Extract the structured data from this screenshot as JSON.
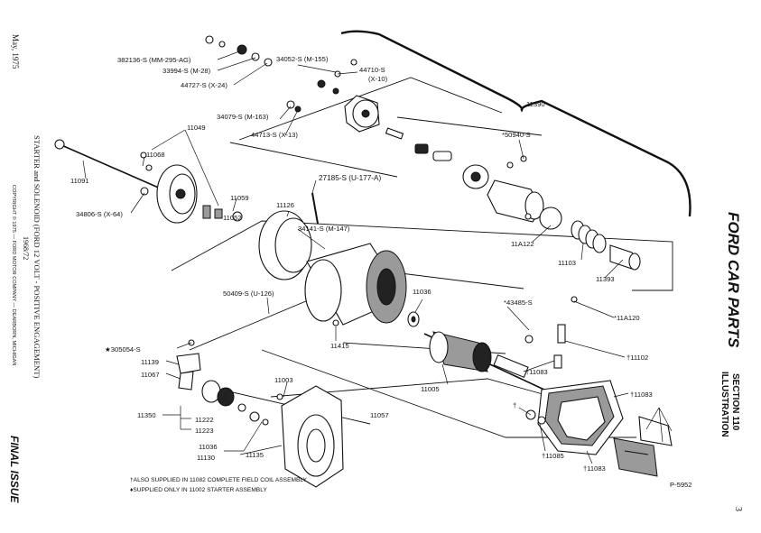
{
  "page": {
    "date": "May, 1975",
    "title": "STARTER and SOLENOID (FORD 12 VOLT - POSITIVE ENGAGEMENT)",
    "years": "1968/72",
    "copyright": "COPYRIGHT © 1975 — FORD MOTOR COMPANY — DEARBORN, MICHIGAN",
    "final_issue": "FINAL ISSUE",
    "brand": "FORD CAR PARTS",
    "illustration": "ILLUSTRATION",
    "section": "SECTION 110",
    "page_number": "3",
    "figure_id": "P-5952"
  },
  "notes": {
    "note1": "†ALSO SUPPLIED IN 11082 COMPLETE FIELD COIL ASSEMBLY",
    "note2": "♦SUPPLIED ONLY IN 11002 STARTER ASSEMBLY"
  },
  "callouts": {
    "c382136": "382136-S (MM-295-AG)",
    "c33994": "33994-S (M-28)",
    "c44727": "44727-S (X-24)",
    "c34052": "34052-S (M-155)",
    "c44710": "44710-S",
    "c44710b": "(X-10)",
    "c34079": "34079-S (M-163)",
    "c44713": "44713-S (X-13)",
    "c11390": "11390",
    "c50940": "*50940-S",
    "c11049": "11049",
    "c11068": "11068",
    "c11091": "11091",
    "c27185": "27185-S (U-177-A)",
    "c34806": "34806-S (X-64)",
    "c11059": "11059",
    "c11052": "11052",
    "c11126": "11126",
    "c34141": "34141-S (M-147)",
    "c11A122": "11A122",
    "c11103": "11103",
    "c11393": "11393",
    "c50409": "50409-S (U-126)",
    "c11036": "11036",
    "c43485": "*43485-S",
    "c11A120": "*11A120",
    "c11415": "11415",
    "c305054": "★305054-S",
    "c11139": "11139",
    "c11067": "11067",
    "c11102": "†11102",
    "c11083a": "†11083",
    "c11003": "11003",
    "c11005": "11005",
    "c11083b": "†11083",
    "c11350": "11350",
    "c11222": "11222",
    "c11223": "11223",
    "c11057": "11057",
    "c11036b": "11036",
    "c11135": "11135",
    "c11130": "11130",
    "c11085": "†11085",
    "c11083c": "†11083",
    "dagger": "†"
  }
}
